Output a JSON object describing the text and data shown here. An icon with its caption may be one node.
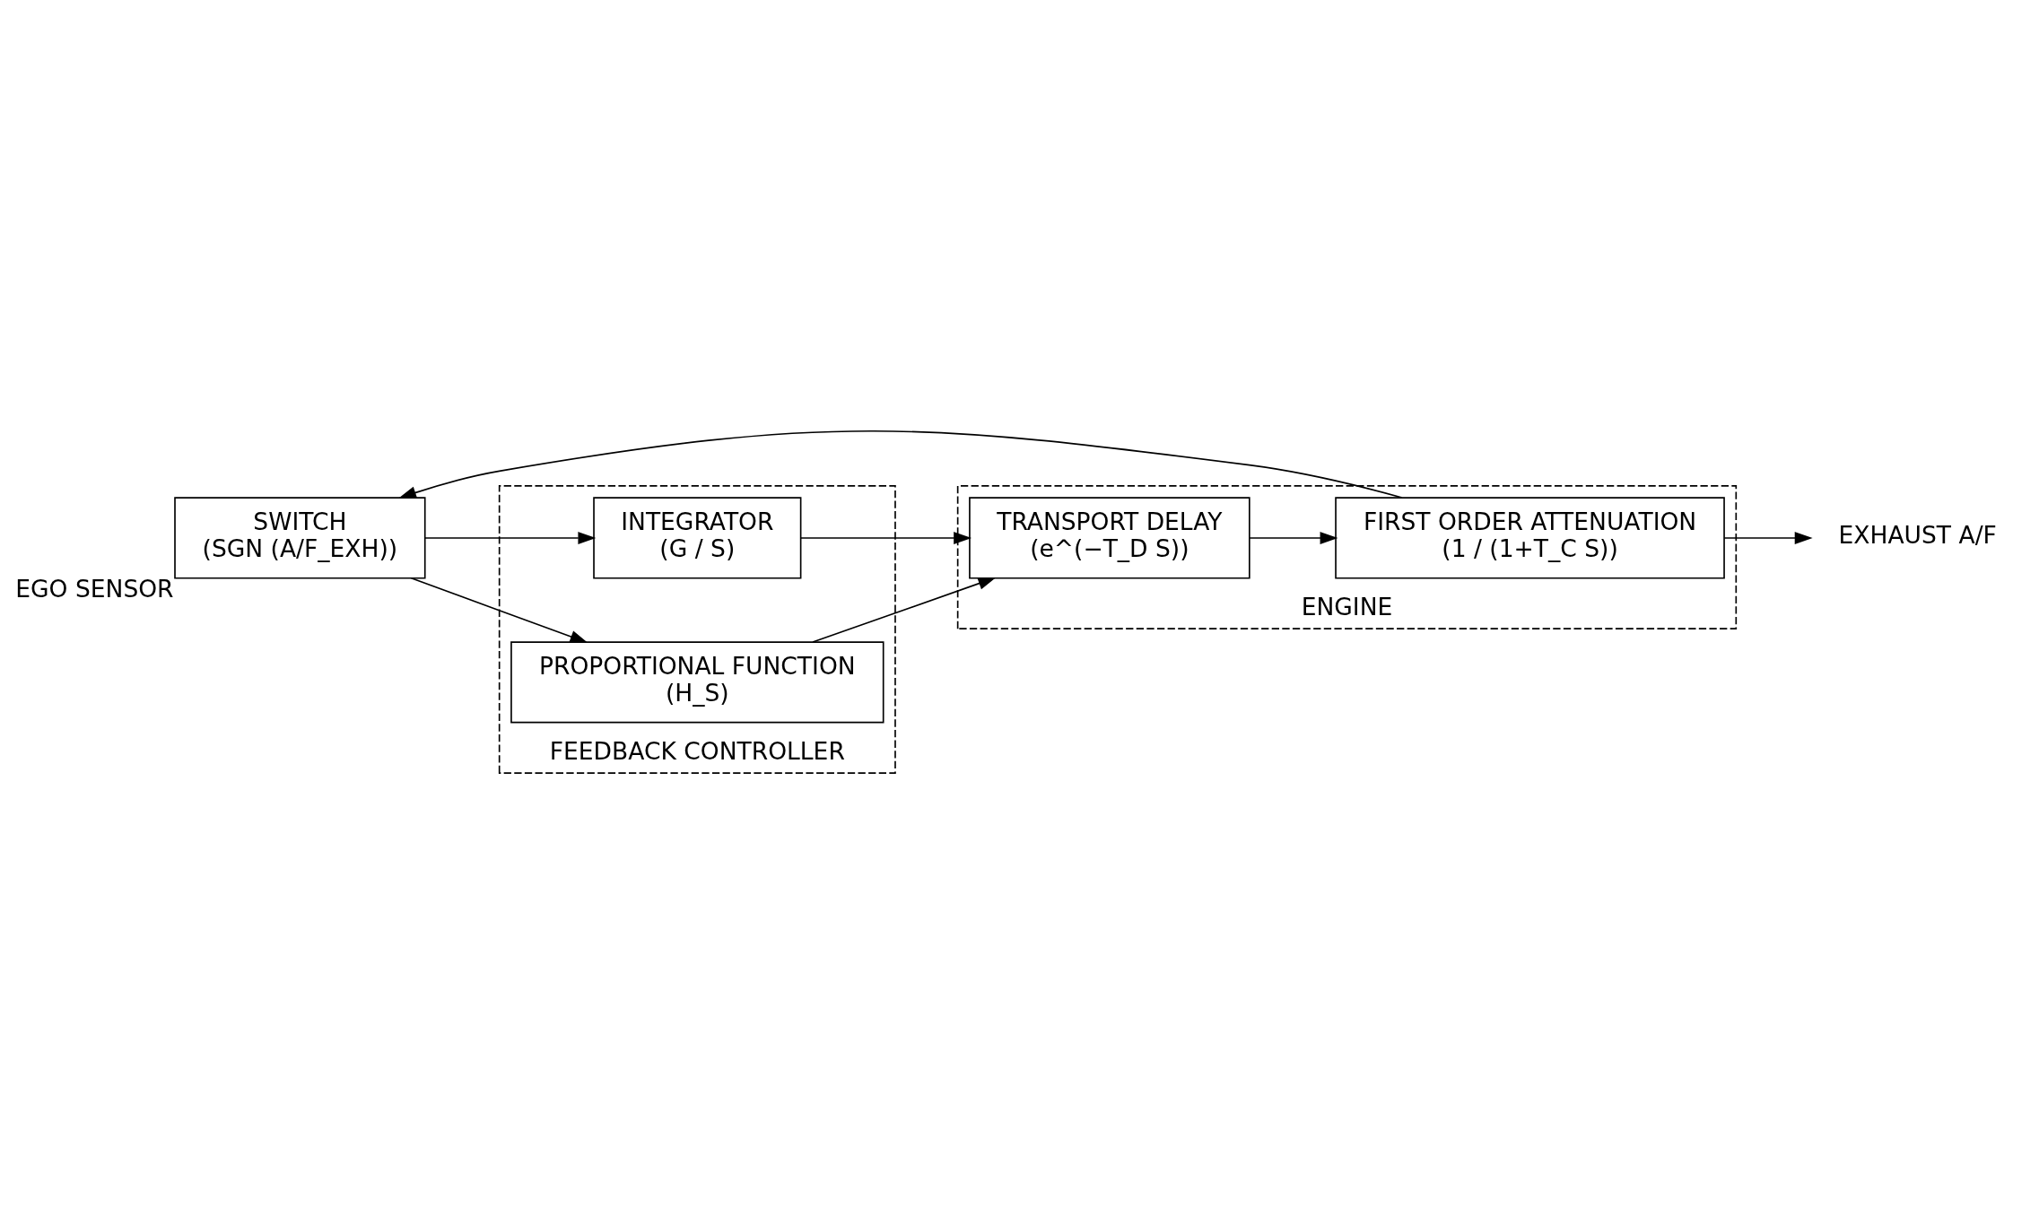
{
  "diagram": {
    "nodes": [
      {
        "text": [
          "ENGINE"
        ]
      },
      {
        "text": [
          "TRANSPORT DELAY",
          "(e^(−T_D S))"
        ],
        "in": 0
      },
      {
        "text": [
          "FIRST ORDER ATTENUATION",
          "(1 / (1+T_C S))"
        ],
        "in": 0
      },
      {
        "text": [
          "FEEDBACK CONTROLLER"
        ]
      },
      {
        "text": [
          "INTEGRATOR",
          "(G / S)"
        ],
        "in": 3
      },
      {
        "text": [
          "PROPORTIONAL FUNCTION",
          "(H_S)"
        ],
        "in": 3
      },
      {
        "text": [
          "SWITCH",
          "(SGN (A/F_EXH))"
        ],
        "beside": [
          "EGO SENSOR"
        ]
      },
      {
        "text": [
          "EXHAUST A/F"
        ]
      }
    ],
    "edges": [
      {
        "from": 1,
        "to": 2,
        "arrow": "to"
      },
      {
        "from": 2,
        "to": 7,
        "arrow": "to"
      },
      {
        "from": 2,
        "to": 6,
        "arrow": "to"
      },
      {
        "from": 6,
        "to": 4,
        "arrow": "to"
      },
      {
        "from": 6,
        "to": 5,
        "arrow": "to"
      },
      {
        "from": 4,
        "to": 1,
        "arrow": "to"
      },
      {
        "from": 5,
        "to": 1,
        "arrow": "to"
      }
    ]
  }
}
